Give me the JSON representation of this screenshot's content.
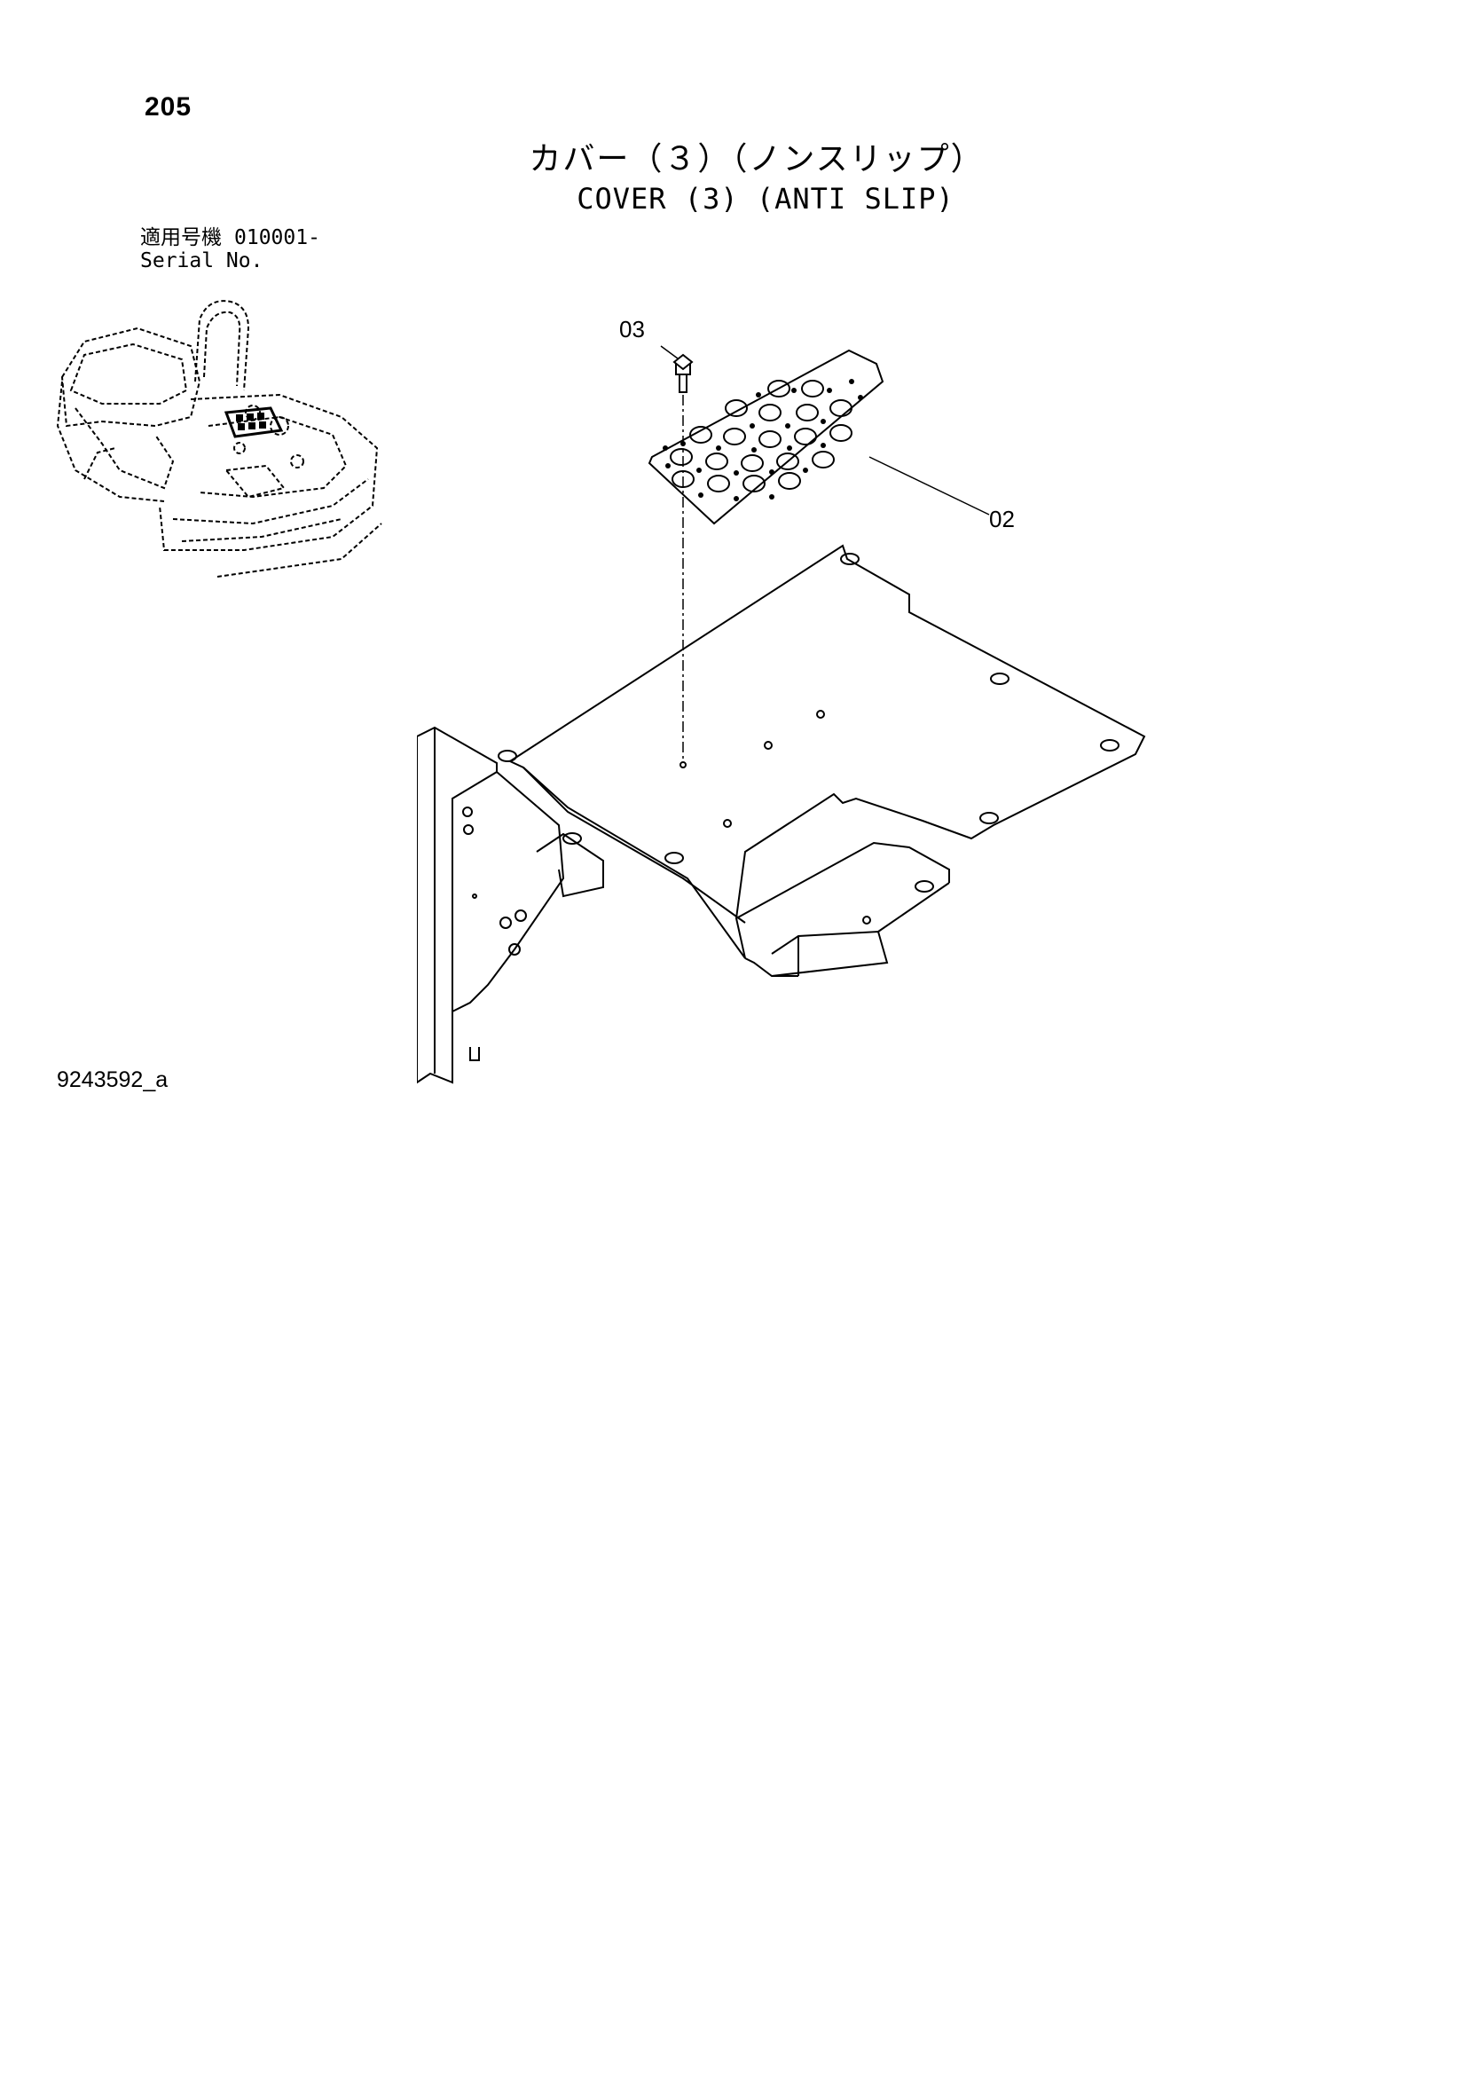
{
  "page": {
    "number": "205",
    "title_jp": "カバー（３）（ノンスリップ）",
    "title_en": "COVER (3) (ANTI SLIP)",
    "serial_label_jp": "適用号機",
    "serial_value": "010001-",
    "serial_label_en": "Serial No.",
    "drawing_code": "9243592_a"
  },
  "callouts": [
    {
      "id": "03",
      "label": "03"
    },
    {
      "id": "02",
      "label": "02"
    }
  ],
  "icons": {
    "overview": "excavator-cab-overview-icon",
    "part": "anti-slip-cover-plate-icon"
  },
  "colors": {
    "line": "#000000",
    "background": "#ffffff"
  }
}
